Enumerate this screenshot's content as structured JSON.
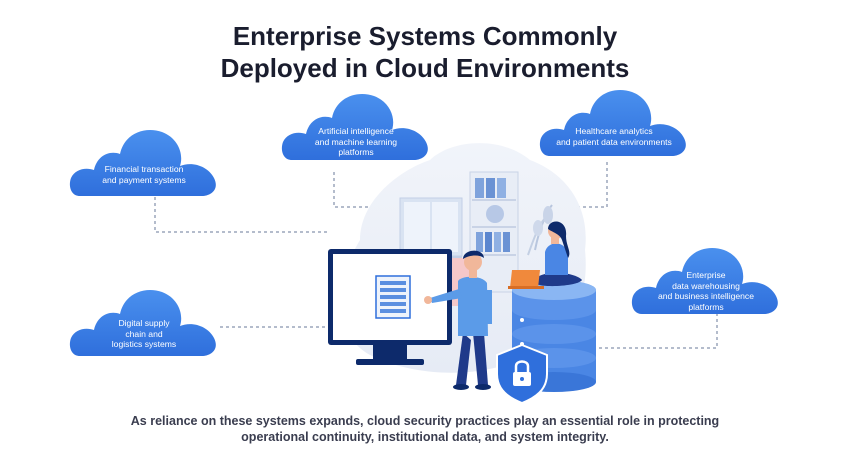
{
  "title": {
    "line1": "Enterprise Systems Commonly",
    "line2": "Deployed in Cloud Environments"
  },
  "clouds": [
    {
      "id": "financial",
      "lines": [
        "Financial transaction",
        "and payment systems"
      ]
    },
    {
      "id": "ai",
      "lines": [
        "Artificial intelligence",
        "and machine learning",
        "platforms"
      ]
    },
    {
      "id": "healthcare",
      "lines": [
        "Healthcare analytics",
        "and patient data environments"
      ]
    },
    {
      "id": "supply",
      "lines": [
        "Digital supply",
        "chain and",
        "logistics systems"
      ]
    },
    {
      "id": "warehousing",
      "lines": [
        "Enterprise",
        "data warehousing",
        "and business intelligence",
        "platforms"
      ]
    }
  ],
  "footer": {
    "line1": "As reliance on these systems expands, cloud security practices play an essential role in protecting",
    "line2": "operational continuity, institutional data, and system integrity."
  },
  "colors": {
    "cloud_top": "#4a90ee",
    "cloud_bottom": "#2f6fdc",
    "title": "#1a1d2e",
    "footer": "#3a3d4f",
    "connector": "#6a7a9a"
  }
}
